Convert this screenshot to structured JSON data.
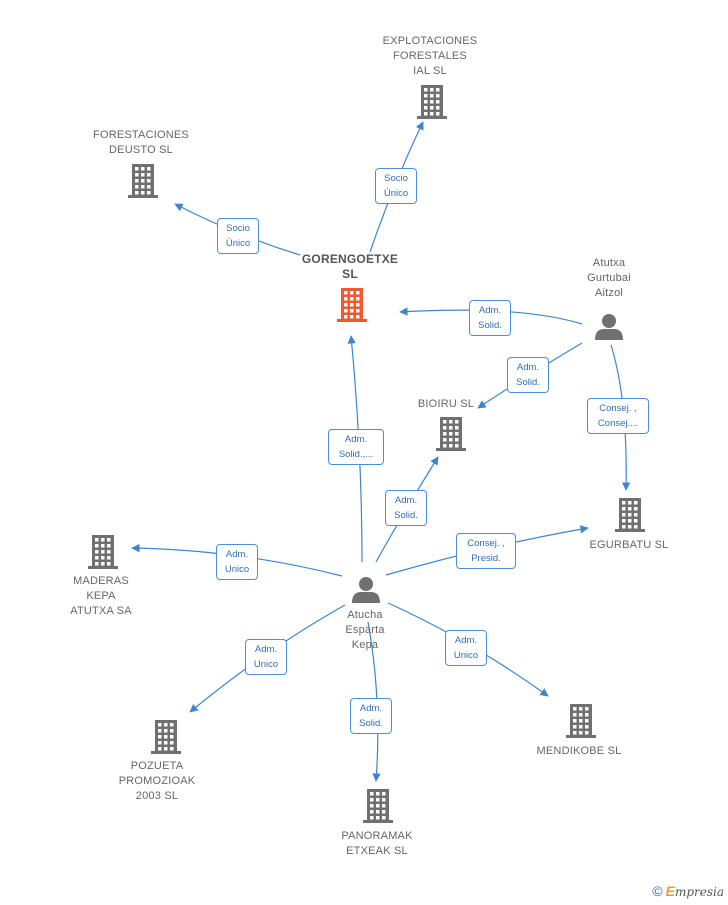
{
  "nodes": [
    {
      "id": "gorengoetxe",
      "type": "company",
      "focus": true,
      "label": "GORENGOETXE\nSL"
    },
    {
      "id": "explotaciones",
      "type": "company",
      "label": "EXPLOTACIONES\nFORESTALES\nIAL  SL"
    },
    {
      "id": "forestaciones",
      "type": "company",
      "label": "FORESTACIONES\nDEUSTO  SL"
    },
    {
      "id": "atutxa_gurtubai",
      "type": "person",
      "label": "Atutxa\nGurtubai\nAitzol"
    },
    {
      "id": "bioiru",
      "type": "company",
      "label": "BIOIRU SL"
    },
    {
      "id": "egurbatu",
      "type": "company",
      "label": "EGURBATU  SL"
    },
    {
      "id": "maderas",
      "type": "company",
      "label": "MADERAS\nKEPA\nATUTXA SA"
    },
    {
      "id": "atucha",
      "type": "person",
      "label": "Atucha\nEsparta\nKepa"
    },
    {
      "id": "pozueta",
      "type": "company",
      "label": "POZUETA\nPROMOZIOAK\n2003  SL"
    },
    {
      "id": "panoramak",
      "type": "company",
      "label": "PANORAMAK\nETXEAK SL"
    },
    {
      "id": "mendikobe",
      "type": "company",
      "label": "MENDIKOBE SL"
    }
  ],
  "edges": [
    {
      "from": "gorengoetxe",
      "to": "explotaciones",
      "label": "Socio\nÚnico"
    },
    {
      "from": "gorengoetxe",
      "to": "forestaciones",
      "label": "Socio\nÚnico"
    },
    {
      "from": "atutxa_gurtubai",
      "to": "gorengoetxe",
      "label": "Adm.\nSolid."
    },
    {
      "from": "atutxa_gurtubai",
      "to": "bioiru",
      "label": "Adm.\nSolid."
    },
    {
      "from": "atutxa_gurtubai",
      "to": "egurbatu",
      "label": "Consej. ,\nConsej...."
    },
    {
      "from": "atucha",
      "to": "gorengoetxe",
      "label": "Adm.\nSolid.,..."
    },
    {
      "from": "atucha",
      "to": "bioiru",
      "label": "Adm.\nSolid."
    },
    {
      "from": "atucha",
      "to": "egurbatu",
      "label": "Consej. ,\nPresid."
    },
    {
      "from": "atucha",
      "to": "maderas",
      "label": "Adm.\nUnico"
    },
    {
      "from": "atucha",
      "to": "pozueta",
      "label": "Adm.\nUnico"
    },
    {
      "from": "atucha",
      "to": "panoramak",
      "label": "Adm.\nSolid."
    },
    {
      "from": "atucha",
      "to": "mendikobe",
      "label": "Adm.\nUnico"
    }
  ],
  "colors": {
    "company": "#707070",
    "focus": "#ee5a2a",
    "person": "#707070",
    "edge": "#3d85d1"
  },
  "footer": {
    "copyright": "©",
    "brand_initial": "E",
    "brand_rest": "mpresia"
  }
}
